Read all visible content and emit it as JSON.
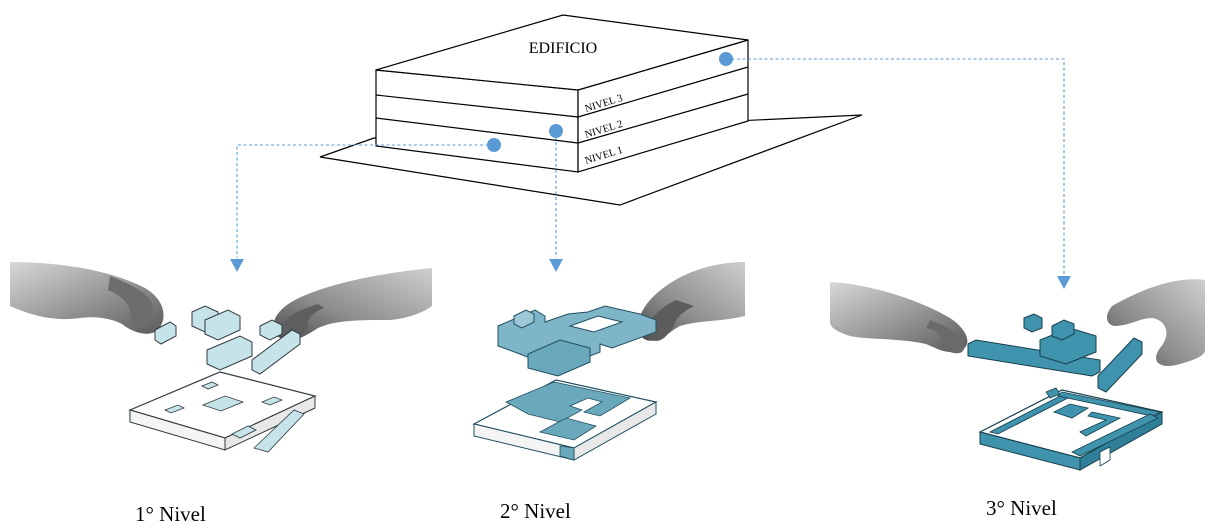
{
  "building": {
    "title": "EDIFICIO",
    "levels": [
      "NIVEL 3",
      "NIVEL 2",
      "NIVEL 1"
    ]
  },
  "captions": [
    "1° Nivel",
    "2° Nivel",
    "3° Nivel"
  ],
  "colors": {
    "connector": "#5b9bd5",
    "block_light": "#c7e3ea",
    "block_mid": "#7fb6c7",
    "block_dark": "#3f93ad"
  }
}
